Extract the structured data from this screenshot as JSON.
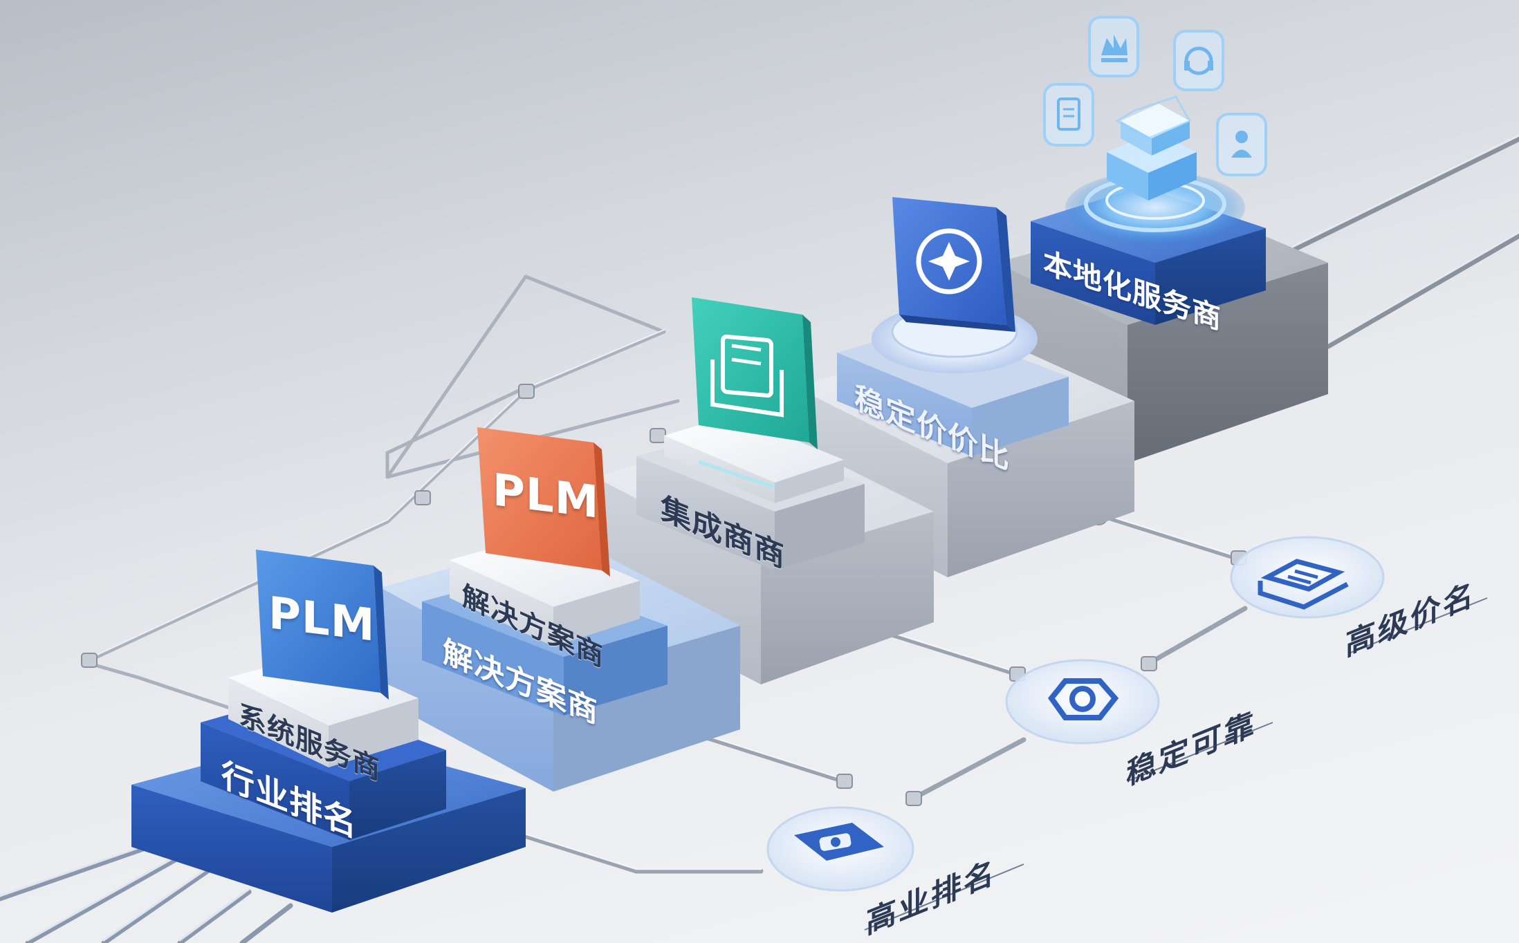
{
  "platforms": {
    "p1": {
      "top_label": "系统服务商",
      "base_label": "行业排名",
      "badge": "PLM",
      "badge_color": "#3f86de"
    },
    "p2": {
      "top_label": "解决方案商",
      "base_label": "解决方案商",
      "badge": "PLM",
      "badge_color": "#ec7b57"
    },
    "p3": {
      "label": "集成商商",
      "badge_icon": "document-stack-icon",
      "badge_color": "#27bba9"
    },
    "p4": {
      "label": "稳定价价比",
      "badge_icon": "compass-star-icon",
      "badge_color": "#3b70d6"
    },
    "p5": {
      "label": "本地化服务商",
      "badge_icon": "cube-hologram-icon",
      "badge_color": "#3163c4"
    }
  },
  "floor_nodes": [
    {
      "label": "高业排名",
      "icon": "screen-icon"
    },
    {
      "label": "稳定可靠",
      "icon": "hexagon-gear-icon"
    },
    {
      "label": "高级价名",
      "icon": "list-document-icon"
    }
  ],
  "hologram_icons": [
    "crown-icon",
    "headset-icon",
    "clipboard-icon",
    "user-icon"
  ],
  "colors": {
    "blue_dark": "#2f5fbf",
    "blue_mid": "#4a82d8",
    "blue_light": "#a9c6ec",
    "gray": "#c6ccd6",
    "steel": "#8c929c"
  }
}
